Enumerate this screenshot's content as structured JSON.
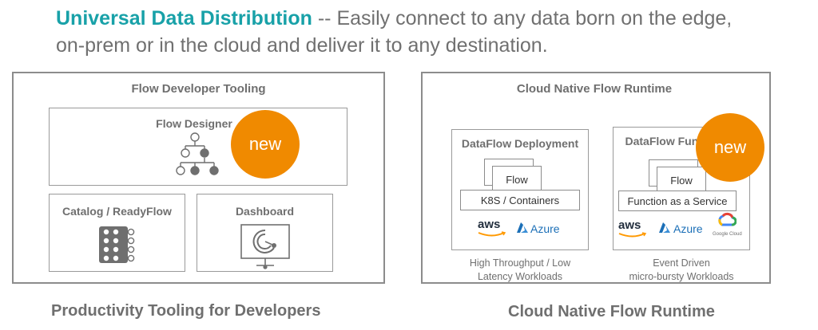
{
  "header": {
    "highlight": "Universal Data Distribution",
    "rest_line1": " -- Easily connect to any data born on the edge,",
    "line2": "on-prem or in the cloud and deliver it to any destination."
  },
  "left_panel": {
    "title": "Flow Developer Tooling",
    "flow_designer": {
      "title": "Flow Designer",
      "badge": "new"
    },
    "catalog": {
      "title": "Catalog / ReadyFlow"
    },
    "dashboard": {
      "title": "Dashboard"
    },
    "footer": "Productivity Tooling for Developers"
  },
  "right_panel": {
    "title": "Cloud Native Flow Runtime",
    "deployment": {
      "title": "DataFlow Deployment",
      "flow_label": "Flow",
      "bar_label": "K8S / Containers",
      "aws": "aws",
      "azure": "Azure",
      "caption_line1": "High Throughput / Low",
      "caption_line2": "Latency Workloads"
    },
    "functions": {
      "title": "DataFlow Functions",
      "badge": "new",
      "flow_label": "Flow",
      "bar_label": "Function as a Service",
      "aws": "aws",
      "azure": "Azure",
      "google": "Google Cloud",
      "caption_line1": "Event Driven",
      "caption_line2": "micro-bursty Workloads"
    },
    "footer": "Cloud Native Flow Runtime"
  },
  "colors": {
    "accent_teal": "#18a1a8",
    "badge_orange": "#f08a00",
    "azure_blue": "#1b6fb7"
  }
}
